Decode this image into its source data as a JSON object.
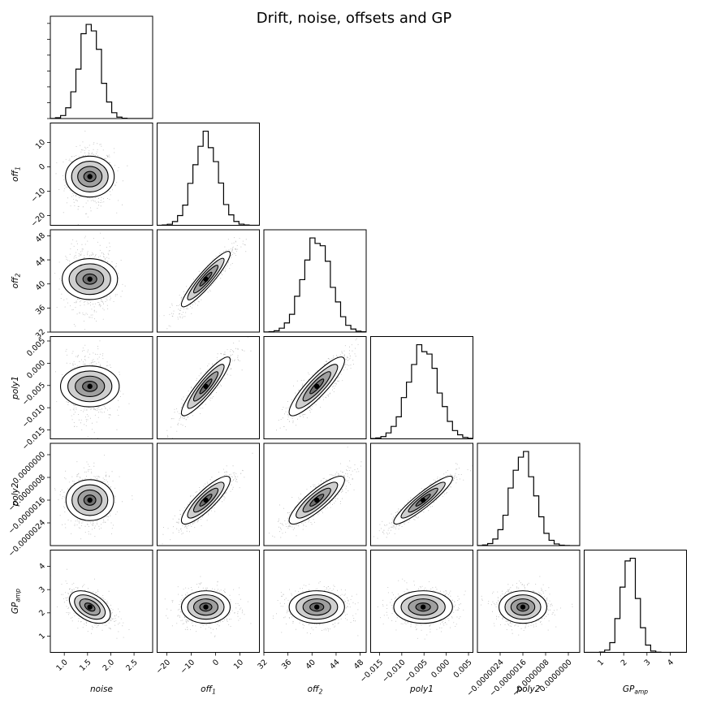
{
  "chart_data": {
    "type": "scatter",
    "title": "Drift, noise, offsets and GP",
    "parameters": [
      {
        "key": "noise",
        "label": "noise",
        "sub": "",
        "center": 1.55,
        "sd": 0.22,
        "range": [
          0.7,
          2.9
        ],
        "ticks": [
          1.0,
          1.5,
          2.0,
          2.5
        ],
        "tick_labels": [
          "1.0",
          "1.5",
          "2.0",
          "2.5"
        ]
      },
      {
        "key": "off1",
        "label": "off",
        "sub": "1",
        "center": -4.0,
        "sd": 5.0,
        "range": [
          -24,
          18
        ],
        "ticks": [
          -20,
          -10,
          0,
          10
        ],
        "tick_labels": [
          "−20",
          "−10",
          "0",
          "10"
        ]
      },
      {
        "key": "off2",
        "label": "off",
        "sub": "2",
        "center": 40.8,
        "sd": 2.3,
        "range": [
          32,
          49
        ],
        "ticks": [
          32,
          36,
          40,
          44,
          48
        ],
        "tick_labels": [
          "32",
          "36",
          "40",
          "44",
          "48"
        ]
      },
      {
        "key": "poly1",
        "label": "poly1",
        "sub": "",
        "center": -0.0052,
        "sd": 0.0033,
        "range": [
          -0.017,
          0.006
        ],
        "ticks": [
          -0.015,
          -0.01,
          -0.005,
          0.0,
          0.005
        ],
        "tick_labels": [
          "−0.015",
          "−0.010",
          "−0.005",
          "0.000",
          "0.005"
        ]
      },
      {
        "key": "poly2",
        "label": "poly2",
        "sub": "",
        "center": -1.6e-06,
        "sd": 4.2e-07,
        "range": [
          -3.2e-06,
          4e-07
        ],
        "ticks": [
          -2.4e-06,
          -1.6e-06,
          -8e-07,
          0.0
        ],
        "tick_labels": [
          "−0.0000024",
          "−0.0000016",
          "−0.0000008",
          "0.0000000"
        ]
      },
      {
        "key": "gpamp",
        "label": "GP",
        "sub": "amp",
        "center": 2.25,
        "sd": 0.35,
        "range": [
          0.3,
          4.7
        ],
        "ticks": [
          1,
          2,
          3,
          4
        ],
        "tick_labels": [
          "1",
          "2",
          "3",
          "4"
        ]
      }
    ],
    "correlations": [
      [
        1.0,
        0,
        0,
        0,
        0,
        -0.45
      ],
      [
        0,
        1.0,
        0.92,
        0.9,
        0.85,
        0
      ],
      [
        0,
        0.92,
        1.0,
        0.88,
        0.85,
        0
      ],
      [
        0,
        0.9,
        0.88,
        1.0,
        0.92,
        0
      ],
      [
        0,
        0.85,
        0.85,
        0.92,
        1.0,
        0
      ],
      [
        -0.45,
        0,
        0,
        0,
        0,
        1.0
      ]
    ],
    "contour_levels": [
      0.5,
      1.0,
      1.5,
      2.0
    ],
    "histogram_bins": 20,
    "grid": false,
    "legend": "none"
  }
}
